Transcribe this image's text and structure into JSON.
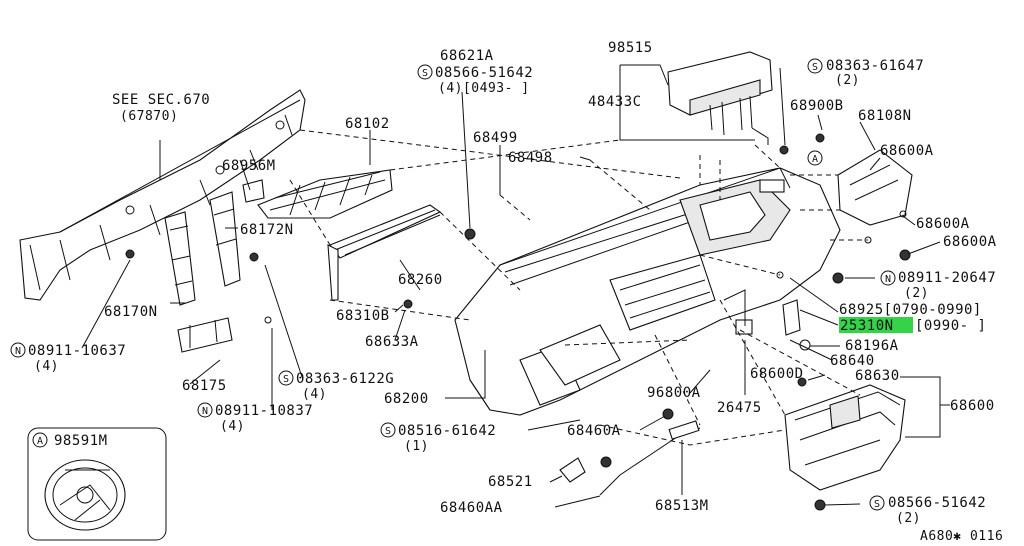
{
  "diagram_code": "A680✱ 0116",
  "labels": {
    "see_sec": "SEE SEC.670",
    "see_sec_sub": "(67870)",
    "p68102": "68102",
    "p68956m": "68956M",
    "p68172n": "68172N",
    "p68170n": "68170N",
    "n08911_10637": "08911-10637",
    "qty4a": "(4)",
    "p68175": "68175",
    "s08363_6122g": "08363-6122G",
    "qty4b": "(4)",
    "n08911_10837": "08911-10837",
    "qty4c": "(4)",
    "p68621a": "68621A",
    "s08566_51642a": "08566-51642",
    "qty_0493": "(4)[0493-   ]",
    "p68499": "68499",
    "p68498": "68498",
    "p68260": "68260",
    "p68310b": "68310B",
    "p68633a": "68633A",
    "p68200": "68200",
    "s08516_61642": "08516-61642",
    "qty1": "(1)",
    "p98515": "98515",
    "p48433c": "48433C",
    "s08363_61647": "08363-61647",
    "qty2a": "(2)",
    "p68900b": "68900B",
    "p68108n": "68108N",
    "p68600a_1": "68600A",
    "p68600a_2": "68600A",
    "p68600a_3": "68600A",
    "n08911_20647": "08911-20647",
    "qty2b": "(2)",
    "p68925": "68925[0790-0990]",
    "p25310n": "25310N",
    "p25310n_range": "[0990-   ]",
    "p68196a": "68196A",
    "p68640": "68640",
    "p68600d": "68600D",
    "p68630": "68630",
    "p68600": "68600",
    "p96800a": "96800A",
    "p26475": "26475",
    "p68460a": "68460A",
    "p68521": "68521",
    "p68460aa": "68460AA",
    "p68513m": "68513M",
    "s08566_51642b": "08566-51642",
    "qty2c": "(2)",
    "inset_part": "98591M",
    "callout_a": "A",
    "callout_s": "S",
    "callout_n": "N"
  },
  "colors": {
    "highlight": "#34d34a",
    "ink": "#111111"
  }
}
